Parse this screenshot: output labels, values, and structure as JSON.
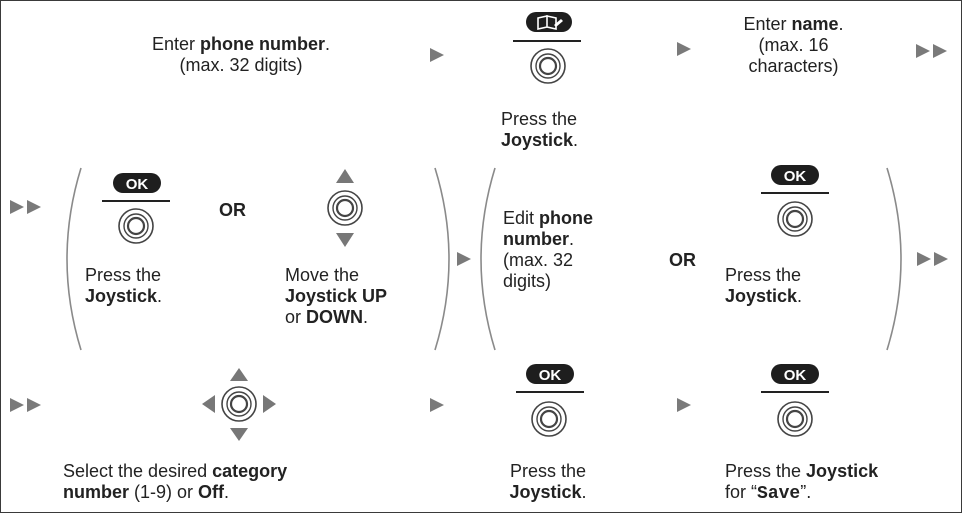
{
  "colors": {
    "ink": "#222222",
    "border": "#3a3a3a",
    "arrow": "#7a7a7a",
    "bracket": "#8a8a8a",
    "key_fill": "#1e1e1e",
    "key_text": "#ffffff",
    "joystick_ring": "#555555",
    "joystick_dir": "#777777"
  },
  "icons": {
    "phonebook_key": "phonebook-key-icon",
    "ok_key": "ok-key-icon",
    "joystick": "joystick-icon",
    "joystick_updown": "joystick-up-down-icon",
    "joystick_4way": "joystick-four-way-icon",
    "next_arrow": "arrow-right-icon",
    "continue_arrow": "double-arrow-right-icon"
  },
  "row1": {
    "step1": {
      "pre": "Enter ",
      "bold": "phone number",
      "post": ".",
      "line2": "(max. 32 digits)"
    },
    "step2": {
      "line1": "Press the",
      "bold": "Joystick",
      "post": "."
    },
    "step3": {
      "pre": "Enter ",
      "bold": "name",
      "post": ".",
      "line2": "(max. 16",
      "line3": "characters)"
    }
  },
  "row2": {
    "ok_label": "OK",
    "or_label": "OR",
    "option_a": {
      "line1": "Press the",
      "bold": "Joystick",
      "post": "."
    },
    "option_b": {
      "line1": "Move the",
      "bold1": "Joystick UP",
      "line3_pre": "or ",
      "bold2": "DOWN",
      "post": "."
    },
    "option_c": {
      "pre": "Edit ",
      "bold1": "phone",
      "bold2": "number",
      "post": ".",
      "line3": "(max. 32",
      "line4": "digits)"
    },
    "option_d": {
      "line1": "Press the",
      "bold": "Joystick",
      "post": "."
    }
  },
  "row3": {
    "ok_label": "OK",
    "step1": {
      "pre": "Select the desired ",
      "bold1": "category",
      "bold2": "number",
      "mid": " (1-9) or ",
      "bold3": "Off",
      "post": "."
    },
    "step2": {
      "line1": "Press the",
      "bold": "Joystick",
      "post": "."
    },
    "step3": {
      "pre": "Press the ",
      "bold": "Joystick",
      "line2_pre": "for “",
      "code": "Save",
      "line2_post": "”."
    }
  }
}
